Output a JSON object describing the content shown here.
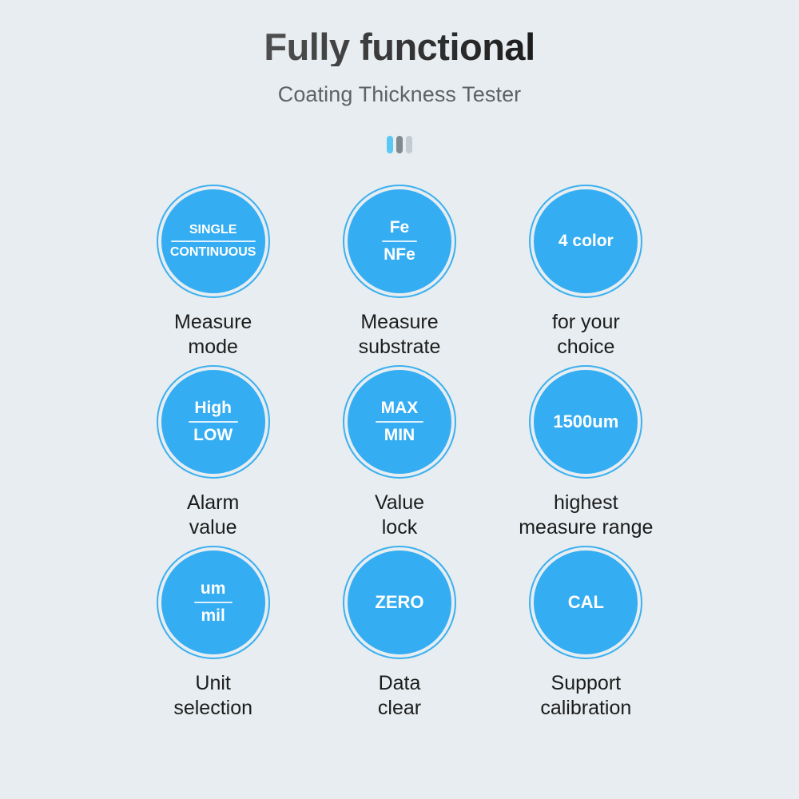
{
  "header": {
    "title": "Fully functional",
    "subtitle": "Coating Thickness Tester",
    "decor_bars": [
      "#5ac8f5",
      "#808a90",
      "#c3ccd1"
    ]
  },
  "theme": {
    "background": "#e7edf0",
    "accent_blue": "#35adf2",
    "ring_blue": "#3cb0f0",
    "badge_text": "#ffffff",
    "caption_text": "#1c1c1c",
    "subtitle_text": "#5e6264"
  },
  "features": [
    {
      "badge_top": "SINGLE",
      "badge_bottom": "CONTINUOUS",
      "badge_single": "",
      "caption": "Measure\nmode"
    },
    {
      "badge_top": "Fe",
      "badge_bottom": "NFe",
      "badge_single": "",
      "caption": "Measure\nsubstrate"
    },
    {
      "badge_top": "",
      "badge_bottom": "",
      "badge_single": "4 color",
      "caption": "for your\nchoice"
    },
    {
      "badge_top": "High",
      "badge_bottom": "LOW",
      "badge_single": "",
      "caption": "Alarm\nvalue"
    },
    {
      "badge_top": "MAX",
      "badge_bottom": "MIN",
      "badge_single": "",
      "caption": "Value\nlock"
    },
    {
      "badge_top": "",
      "badge_bottom": "",
      "badge_single": "1500um",
      "caption": "highest\nmeasure range"
    },
    {
      "badge_top": "um",
      "badge_bottom": "mil",
      "badge_single": "",
      "caption": "Unit\nselection"
    },
    {
      "badge_top": "",
      "badge_bottom": "",
      "badge_single": "ZERO",
      "caption": "Data\nclear"
    },
    {
      "badge_top": "",
      "badge_bottom": "",
      "badge_single": "CAL",
      "caption": "Support\ncalibration"
    }
  ]
}
